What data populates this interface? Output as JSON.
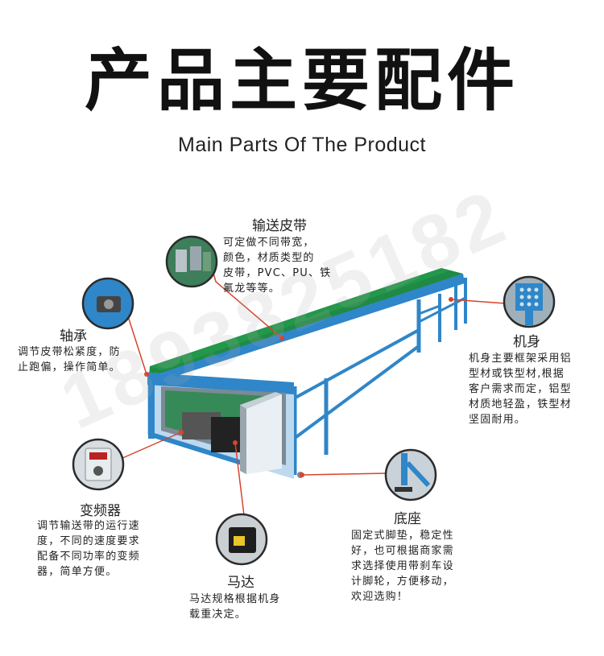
{
  "header": {
    "title_cn": "产品主要配件",
    "title_en": "Main Parts Of The Product"
  },
  "watermark": "1893825182",
  "colors": {
    "frame_blue": "#2f86c8",
    "belt_green": "#1f8a43",
    "leader_red": "#d8442c"
  },
  "parts": {
    "belt": {
      "title": "输送皮带",
      "desc": "可定做不同带宽，\n颜色，材质类型的\n皮带，PVC、PU、铁\n氟龙等等。"
    },
    "bearing": {
      "title": "轴承",
      "desc": "调节皮带松紧度，防\n止跑偏，操作简单。"
    },
    "frame": {
      "title": "机身",
      "desc": "机身主要框架采用铝\n型材或铁型材,根据\n客户需求而定，铝型\n材质地轻盈，铁型材\n坚固耐用。"
    },
    "inverter": {
      "title": "变频器",
      "desc": "调节输送带的运行速\n度，不同的速度要求\n配备不同功率的变频\n器，简单方便。"
    },
    "base": {
      "title": "底座",
      "desc": "固定式脚垫，稳定性\n好，也可根据商家需\n求选择使用带刹车设\n计脚轮，方便移动，\n欢迎选购！"
    },
    "motor": {
      "title": "马达",
      "desc": "马达规格根据机身\n载重决定。"
    }
  }
}
